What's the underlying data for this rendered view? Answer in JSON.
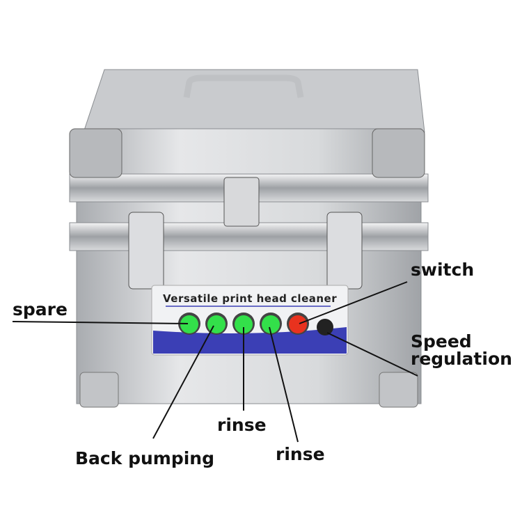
{
  "product": {
    "panel_title": "Versatile print head cleaner",
    "buttons": [
      {
        "color": "#33e04a"
      },
      {
        "color": "#33e04a"
      },
      {
        "color": "#33e04a"
      },
      {
        "color": "#33e04a"
      },
      {
        "color": "#e8321e"
      }
    ],
    "panel_accent": "#3b3fb5"
  },
  "callouts": {
    "spare": "spare",
    "back_pumping": "Back pumping",
    "rinse_1": "rinse",
    "rinse_2": "rinse",
    "switch": "switch",
    "speed_line1": "Speed",
    "speed_line2": "regulation"
  }
}
